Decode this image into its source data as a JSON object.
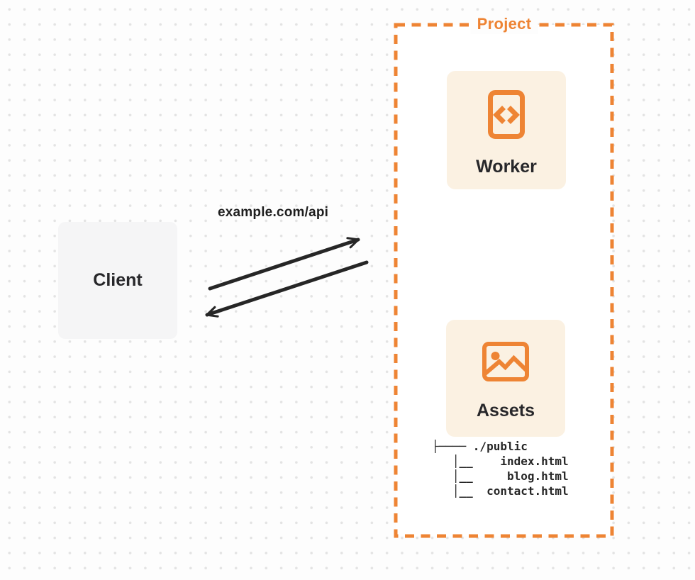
{
  "client": {
    "label": "Client"
  },
  "request": {
    "label": "example.com/api"
  },
  "project": {
    "title": "Project",
    "worker": {
      "label": "Worker",
      "icon": "code-file-icon"
    },
    "assets": {
      "label": "Assets",
      "icon": "image-icon"
    },
    "file_tree": {
      "root": "./public",
      "files": [
        "index.html",
        "blog.html",
        "contact.html"
      ],
      "lines": [
        "├──── ./public",
        "   │__    index.html",
        "   │__     blog.html",
        "   │__  contact.html"
      ]
    }
  },
  "colors": {
    "accent_orange": "#EE8434",
    "card_background": "#FBF1E2",
    "arrow": "#262626",
    "client_background": "#F5F5F6",
    "page_background": "#FDFDFD",
    "dot_grid": "#E3E3E3",
    "text_dark": "#27272A"
  }
}
